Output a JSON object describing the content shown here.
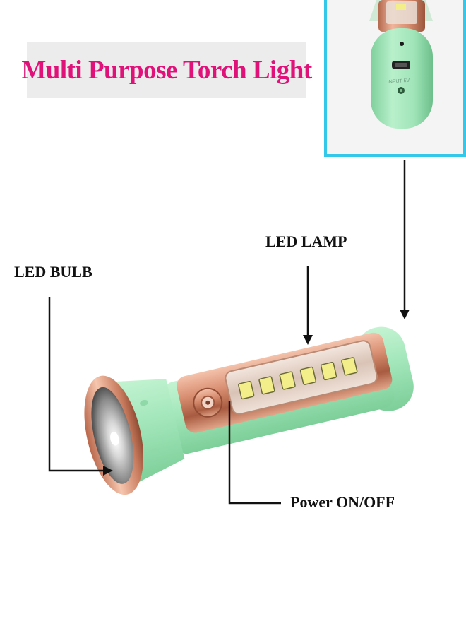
{
  "title": "Multi Purpose Torch Light",
  "labels": {
    "led_bulb": "LED BULB",
    "led_lamp": "LED LAMP",
    "power": "Power ON/OFF"
  },
  "inset_port_text": "INPUT 5V",
  "colors": {
    "title_text": "#e0127a",
    "title_bg": "#ececec",
    "inset_border": "#33c8ea",
    "body_green": "#a6e8bd",
    "rose_gold": "#d98f72",
    "led_yellow": "#f4ee8a"
  }
}
